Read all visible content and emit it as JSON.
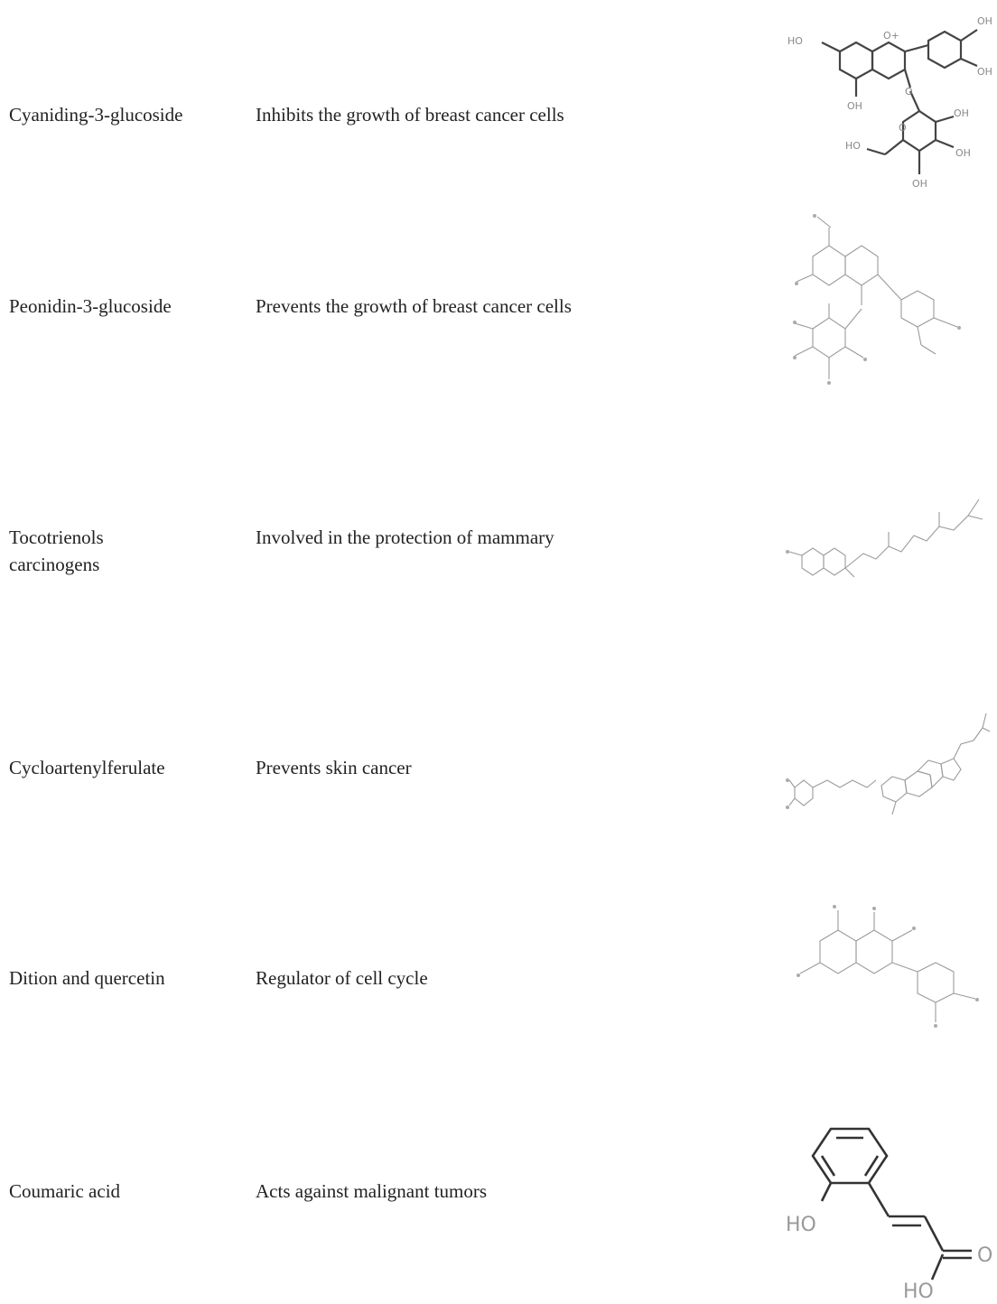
{
  "rows": [
    {
      "compound": "Cyaniding-3-glucoside",
      "effect": "Inhibits the growth of breast cancer cells",
      "structure_icon": "cyanidin-3-glucoside-structure"
    },
    {
      "compound": "Peonidin-3-glucoside",
      "effect": "Prevents the growth of breast cancer cells",
      "structure_icon": "peonidin-3-glucoside-structure"
    },
    {
      "compound": "Tocotrienols",
      "compound_line2": "carcinogens",
      "effect": "Involved in the protection of mammary",
      "structure_icon": "tocotrienol-structure"
    },
    {
      "compound": "Cycloartenylferulate",
      "effect": "Prevents skin cancer",
      "structure_icon": "cycloartenyl-ferulate-structure"
    },
    {
      "compound": "Dition and quercetin",
      "effect": "Regulator of cell cycle",
      "structure_icon": "quercetin-structure"
    },
    {
      "compound": "Coumaric acid",
      "effect": "Acts against malignant tumors",
      "structure_icon": "coumaric-acid-structure"
    }
  ],
  "labels": {
    "oh": "OH",
    "ho": "HO",
    "o": "O",
    "o_plus": "O+",
    "coumaric_ho": "HO",
    "coumaric_o": "O",
    "coumaric_ho2": "HO"
  }
}
